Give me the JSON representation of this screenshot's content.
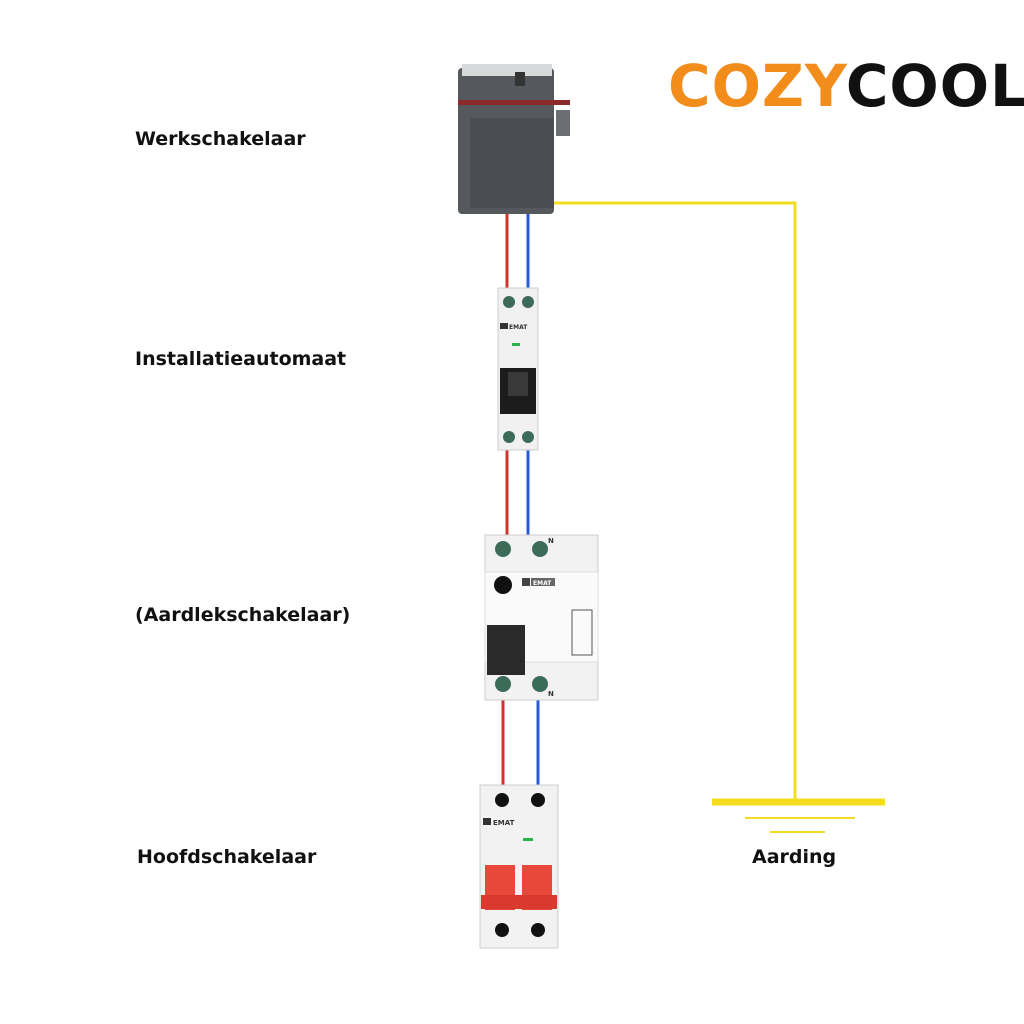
{
  "logo": {
    "part1": "COZY",
    "part2": "COOL",
    "color1": "#f28c1a",
    "color2": "#111111"
  },
  "labels": {
    "werkschakelaar": "Werkschakelaar",
    "installatieautomaat": "Installatieautomaat",
    "aardlekschakelaar": "(Aardlekschakelaar)",
    "hoofdschakelaar": "Hoofdschakelaar",
    "aarding": "Aarding"
  },
  "device_marks": {
    "brand": "EMAT",
    "neutral": "N"
  },
  "colors": {
    "phase": "#d0342c",
    "neutral": "#2a5bd7",
    "earth": "#f5dc1e",
    "breaker_handle": "#e8483a"
  }
}
